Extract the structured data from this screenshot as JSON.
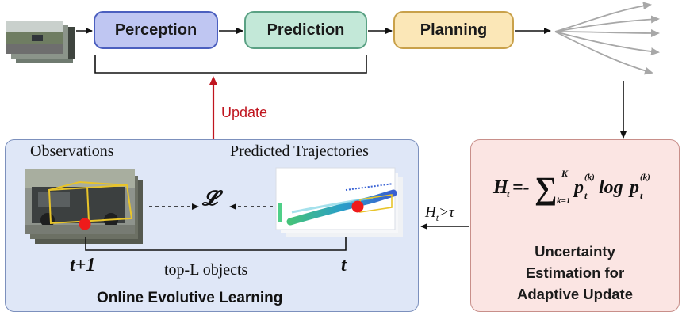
{
  "pipeline": {
    "stages": [
      "Perception",
      "Prediction",
      "Planning"
    ]
  },
  "feedback": {
    "update_label": "Update"
  },
  "evolutive_panel": {
    "observations_label": "Observations",
    "predicted_trajectories_label": "Predicted Trajectories",
    "loss_symbol": "𝓛",
    "time_next": "t+1",
    "time_now": "t",
    "top_l_label": "top-L objects",
    "title": "Online Evolutive Learning"
  },
  "uncertainty_panel": {
    "condition_label": "H",
    "condition_sub": "t",
    "condition_rest": ">τ",
    "formula": {
      "lhs": "H",
      "lhs_sub": "t",
      "eq": "=-",
      "sum_sup": "K",
      "sum_sub": "k=1",
      "p1": "p",
      "p1_sub": "t",
      "p1_sup": "(k)",
      "log": "log",
      "p2": "p",
      "p2_sub": "t",
      "p2_sup": "(k)"
    },
    "title_lines": [
      "Uncertainty",
      "Estimation for",
      "Adaptive Update"
    ]
  },
  "colors": {
    "perception_fill": "#bfc6f2",
    "prediction_fill": "#c3e8d8",
    "planning_fill": "#fbe7b7",
    "update_arrow": "#c0151f",
    "left_panel_fill": "#dfe7f7",
    "right_panel_fill": "#fbe5e3"
  }
}
